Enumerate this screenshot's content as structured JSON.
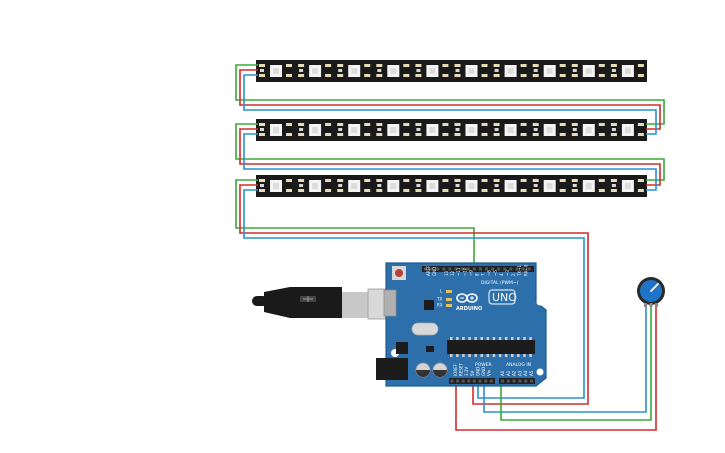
{
  "colors": {
    "background": "#ffffff",
    "wire_green": "#3aaa35",
    "wire_red": "#d42b2b",
    "wire_blue": "#2a8fd4",
    "strip_body": "#1a1a1a",
    "led_body": "#f4f4f4",
    "board_blue": "#2c6fab",
    "board_edge": "#1f5a8e",
    "header_black": "#222222",
    "knob_blue": "#1e74c6",
    "usb_gray": "#c8c8c8"
  },
  "led_strips": [
    {
      "name": "led-strip-1",
      "led_count": 10
    },
    {
      "name": "led-strip-2",
      "led_count": 10
    },
    {
      "name": "led-strip-3",
      "led_count": 10
    }
  ],
  "arduino": {
    "brand": "ARDUINO",
    "model": "UNO",
    "digital_header_label": "DIGITAL (PWM~)",
    "power_label": "POWER",
    "analog_label": "ANALOG IN",
    "tx_label": "TX",
    "rx_label": "RX",
    "l_label": "L",
    "aref_label": "AREF",
    "gnd_label": "GND",
    "power_pins": [
      "IOREF",
      "RESET",
      "3.3V",
      "5V",
      "GND",
      "GND",
      "Vin"
    ],
    "analog_pins": [
      "A0",
      "A1",
      "A2",
      "A3",
      "A4",
      "A5"
    ],
    "digital_pins": [
      "13",
      "12",
      "~11",
      "~10",
      "~9",
      "8",
      "7",
      "~6",
      "~5",
      "4",
      "~3",
      "2",
      "TX→1",
      "RX←0"
    ]
  },
  "potentiometer": {
    "icon": "potentiometer-knob-icon"
  },
  "usb_cable": {
    "icon": "usb-plug-icon"
  }
}
